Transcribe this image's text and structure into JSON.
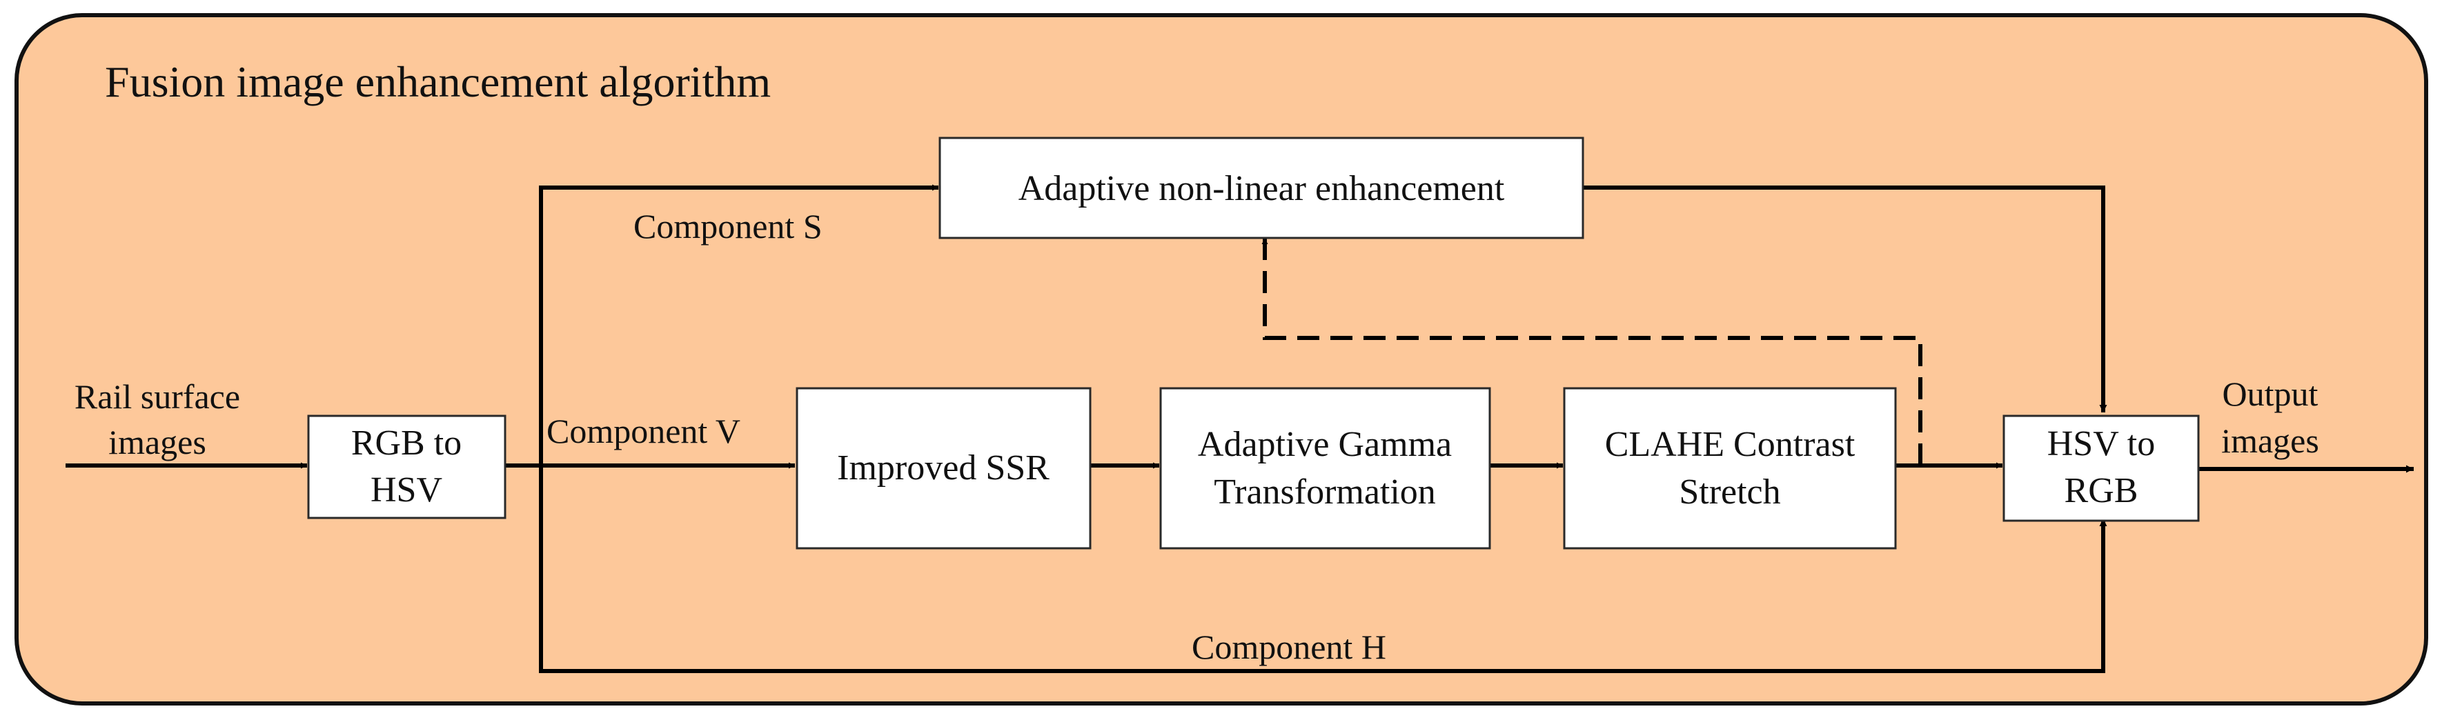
{
  "colors": {
    "background": "#ffffff",
    "panel_fill": "#fdc89a",
    "panel_stroke": "#111111",
    "box_fill": "#ffffff",
    "line": "#000000",
    "text": "#111111"
  },
  "title": "Fusion image enhancement algorithm",
  "input": {
    "line1": "Rail surface",
    "line2": "images"
  },
  "output": {
    "line1": "Output",
    "line2": "images"
  },
  "boxes": {
    "rgb_to_hsv": {
      "line1": "RGB to",
      "line2": "HSV"
    },
    "adaptive_nonlinear": {
      "line1": "Adaptive non-linear enhancement"
    },
    "improved_ssr": {
      "line1": "Improved SSR"
    },
    "adaptive_gamma": {
      "line1": "Adaptive Gamma",
      "line2": "Transformation"
    },
    "clahe": {
      "line1": "CLAHE Contrast",
      "line2": "Stretch"
    },
    "hsv_to_rgb": {
      "line1": "HSV to",
      "line2": "RGB"
    }
  },
  "labels": {
    "component_s": "Component S",
    "component_v": "Component V",
    "component_h": "Component H"
  }
}
